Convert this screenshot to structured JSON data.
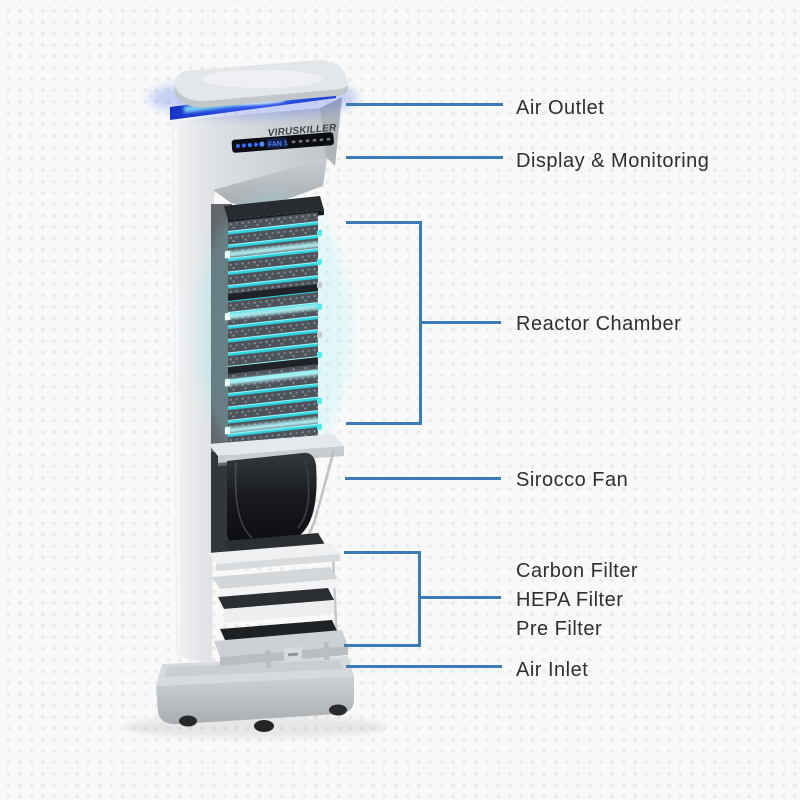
{
  "callouts": {
    "air_outlet": "Air Outlet",
    "display_monitoring": "Display & Monitoring",
    "reactor_chamber": "Reactor Chamber",
    "sirocco_fan": "Sirocco Fan",
    "carbon_filter": "Carbon Filter",
    "hepa_filter": "HEPA Filter",
    "pre_filter": "Pre Filter",
    "air_inlet": "Air Inlet"
  },
  "brand": {
    "logo": "VIRUSKILLER",
    "display_text": "FAN 1"
  },
  "colors": {
    "accent_line": "#3b7cb5",
    "label_text": "#2e2f31",
    "outlet_glow_blue": "#2a4fe0",
    "uv_glow_cyan": "#3edde8",
    "background": "#f9f9f9",
    "dot_grid": "#ebebeb"
  }
}
